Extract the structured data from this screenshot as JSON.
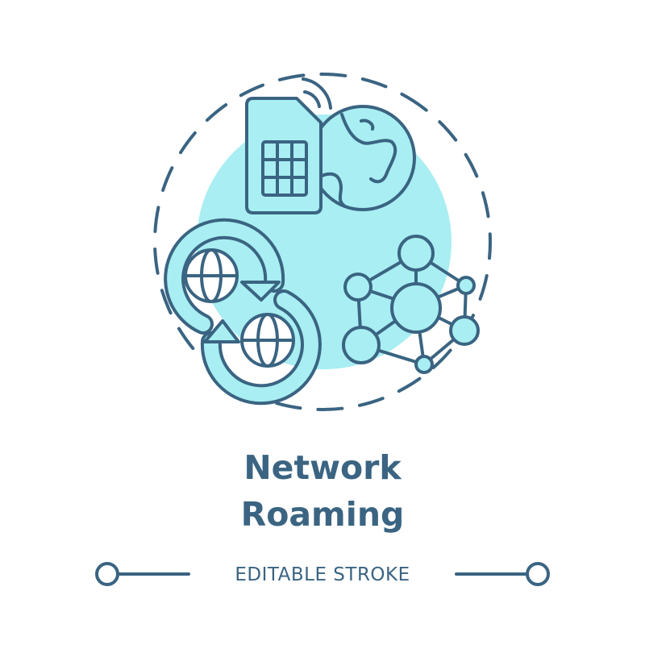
{
  "title": {
    "line1": "Network",
    "line2": "Roaming"
  },
  "caption": "EDITABLE STROKE",
  "colors": {
    "stroke": "#3a6482",
    "fill": "#a8eef2",
    "background": "#ffffff"
  },
  "icons": [
    "sim-card-icon",
    "signal-icon",
    "globe-icon",
    "roaming-arrows-icon",
    "network-nodes-icon"
  ]
}
